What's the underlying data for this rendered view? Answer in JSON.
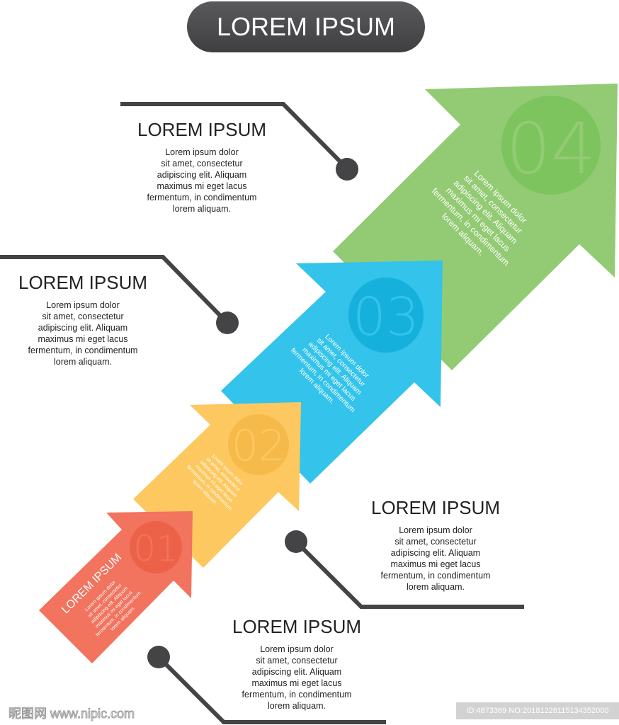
{
  "title": "LOREM IPSUM",
  "blocks": [
    {
      "heading": "LOREM IPSUM",
      "body": "Lorem ipsum dolor\nsit amet, consectetur\nadipiscing elit. Aliquam\nmaximus mi eget lacus\nfermentum,  in condimentum\nlorem aliquam."
    },
    {
      "heading": "LOREM IPSUM",
      "body": "Lorem ipsum dolor\nsit amet, consectetur\nadipiscing elit. Aliquam\nmaximus mi eget lacus\nfermentum,  in condimentum\nlorem aliquam."
    },
    {
      "heading": "LOREM IPSUM",
      "body": "Lorem ipsum dolor\nsit amet, consectetur\nadipiscing elit. Aliquam\nmaximus mi eget lacus\nfermentum,  in condimentum\nlorem aliquam."
    },
    {
      "heading": "LOREM IPSUM",
      "body": "Lorem ipsum dolor\nsit amet, consectetur\nadipiscing elit. Aliquam\nmaximus mi eget lacus\nfermentum,  in condimentum\nlorem aliquam."
    }
  ],
  "arrows": [
    {
      "number": "01",
      "heading": "LOREM IPSUM",
      "body": "Lorem ipsum dolor\nsit amet, consectetur\nadipiscing elit. Aliquam\nmaximus mi eget lacus\nfermentum,  in condimentum\nlorem aliquam.",
      "color": "#f2735e",
      "circle": "#ec6248"
    },
    {
      "number": "02",
      "body": "Lorem ipsum dolor\nsit amet, consectetur\nadipiscing elit. Aliquam\nmaximus mi eget lacus\nfermentum,  in condimentum\nlorem aliquam.",
      "color": "#fdc85f",
      "circle": "#f6ba4a"
    },
    {
      "number": "03",
      "body": "Lorem ipsum dolor\nsit amet, consectetur\nadipiscing elit. Aliquam\nmaximus mi eget lacus\nfermentum,  in condimentum\nlorem aliquam.",
      "color": "#33c3eb",
      "circle": "#16b0dc"
    },
    {
      "number": "04",
      "body": "Lorem ipsum dolor\nsit amet, consectetur\nadipiscing elit. Aliquam\nmaximus mi eget lacus\nfermentum,  in condimentum\nlorem aliquam.",
      "color": "#93cb74",
      "circle": "#7dc35e"
    }
  ],
  "watermark": {
    "left": "昵图网 www.nipic.com",
    "right": "ID:4873369 NO:20181228115134352000"
  }
}
